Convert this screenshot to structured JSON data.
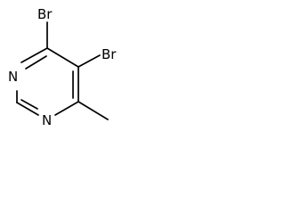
{
  "molecule": {
    "atoms": {
      "br_top": "Br",
      "br_right": "Br",
      "n_upper": "N",
      "n_lower": "N"
    },
    "colors": {
      "bond": "#000000",
      "text": "#000000",
      "background": "#ffffff"
    }
  }
}
